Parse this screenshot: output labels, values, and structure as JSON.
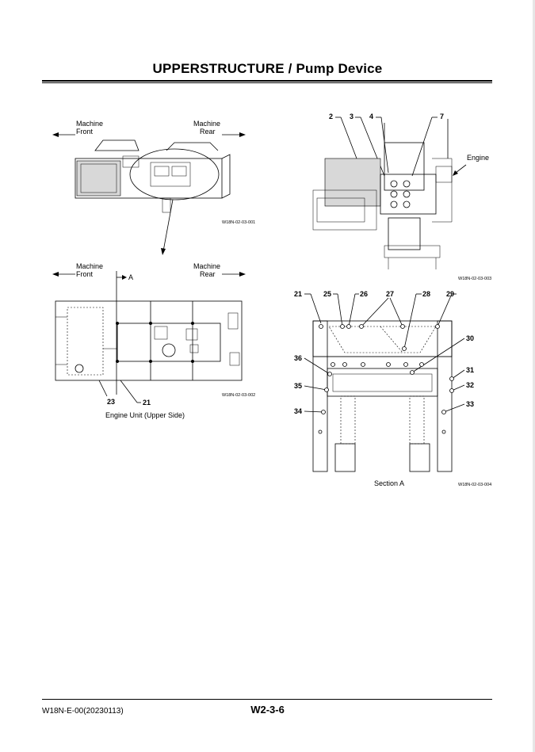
{
  "header": {
    "title": "UPPERSTRUCTURE / Pump Device"
  },
  "figure1": {
    "front_label_1": "Machine",
    "front_label_2": "Front",
    "rear_label_1": "Machine",
    "rear_label_2": "Rear",
    "code": "W18N-02-03-001"
  },
  "figure2": {
    "callouts": [
      "2",
      "3",
      "4",
      "7"
    ],
    "engine_label": "Engine",
    "code": "W18N-02-03-003"
  },
  "figure3": {
    "front_label_1": "Machine",
    "front_label_2": "Front",
    "rear_label_1": "Machine",
    "rear_label_2": "Rear",
    "section_marker": "A",
    "callouts": [
      "23",
      "21"
    ],
    "caption": "Engine Unit (Upper Side)",
    "code": "W18N-02-03-002"
  },
  "figure4": {
    "callouts": [
      "21",
      "25",
      "26",
      "27",
      "28",
      "29",
      "30",
      "31",
      "32",
      "33",
      "34",
      "35",
      "36"
    ],
    "caption": "Section A",
    "code": "W18N-02-03-004"
  },
  "footer": {
    "doc_id": "W18N-E-00(20230113)",
    "page_number": "W2-3-6"
  }
}
